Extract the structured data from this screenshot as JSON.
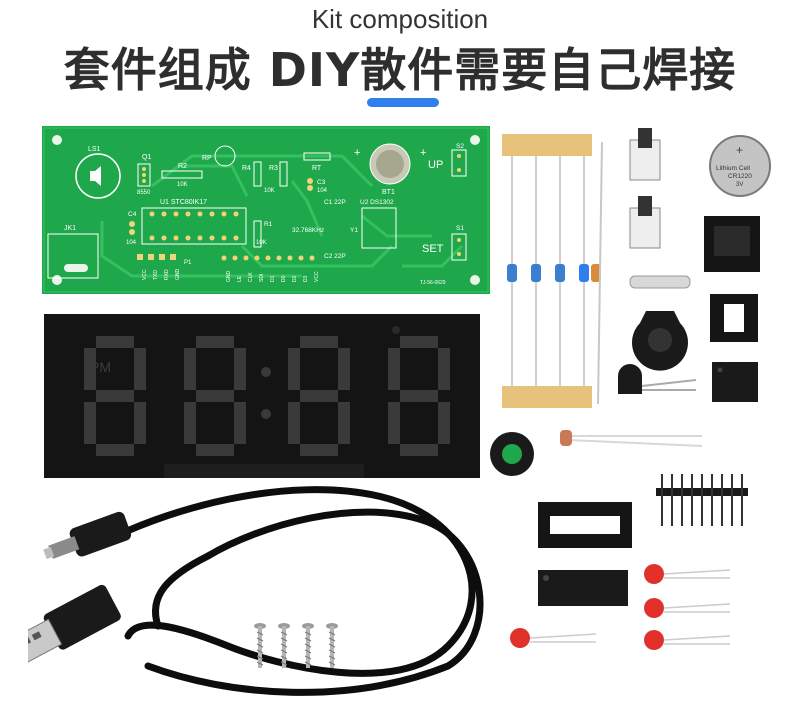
{
  "header": {
    "subtitle": "Kit composition",
    "title": "套件组成 DIY散件需要自己焊接"
  },
  "colors": {
    "accent_bar": "#2f80ed",
    "pcb_green": "#1fa84b",
    "display_black": "#141414",
    "segment_gray": "#3a3a3a",
    "capacitor_red": "#e0312b"
  },
  "pcb": {
    "labels": {
      "ls1": "LS1",
      "q1": "Q1",
      "q1_part": "8550",
      "r2": "R2",
      "r2_val": "10K",
      "rp": "RP",
      "r4": "R4",
      "r3": "R3",
      "r3_val": "10K",
      "rt": "RT",
      "c3": "C3",
      "c3_val": "104",
      "bt1": "BT1",
      "up": "UP",
      "s2": "S2",
      "u1": "U1 STC80IK17",
      "c4": "C4",
      "c4_val": "104",
      "jk1": "JK1",
      "r1": "R1",
      "r1_val": "10K",
      "c1": "C1 22P",
      "u2": "U2 DS1302",
      "crystal": "32.768KHz",
      "y1": "Y1",
      "c2": "C2 22P",
      "set": "SET",
      "s1": "S1",
      "p1": "P1",
      "pins_left": [
        "VCC",
        "TXD",
        "RXD",
        "GND"
      ],
      "pins_right": [
        "GND",
        "LE",
        "CLK",
        "SDI",
        "D1",
        "D0",
        "D2",
        "D3",
        "VCC"
      ],
      "board_id": "TJ-56-0629"
    }
  },
  "display": {
    "pm_label": "PM"
  },
  "parts": {
    "battery_label": "Lithium Cell",
    "battery_model": "CR1220",
    "battery_voltage": "3V"
  }
}
